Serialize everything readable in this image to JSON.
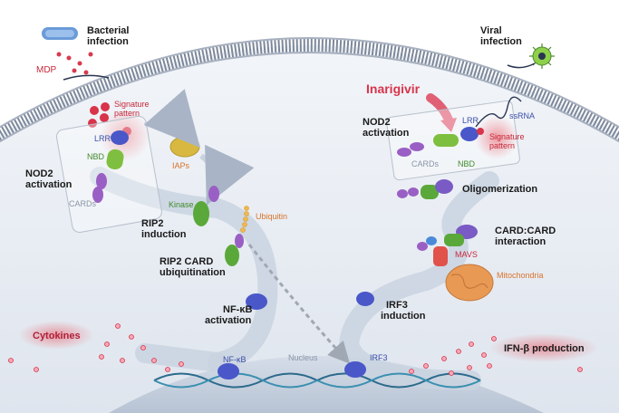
{
  "left_pathway": {
    "bacterial_infection": "Bacterial\ninfection",
    "mdp": "MDP",
    "signature_pattern": "Signature\npattern",
    "lrr": "LRR",
    "nbd": "NBD",
    "nod2_activation": "NOD2\nactivation",
    "cards": "CARDs",
    "iaps": "IAPs",
    "kinase": "Kinase",
    "rip2_induction": "RIP2\ninduction",
    "ubiquitin": "Ubiquitin",
    "rip2_card_ubiquitination": "RIP2 CARD\nubiquitination",
    "nfkb_activation": "NF-κB\nactivation",
    "cytokines": "Cytokines",
    "nfkb_dna": "NF-κB"
  },
  "center": {
    "nucleus": "Nucleus"
  },
  "right_pathway": {
    "viral_infection": "Viral\ninfection",
    "inarigivir": "Inarigivir",
    "nod2_activation": "NOD2\nactivation",
    "lrr": "LRR",
    "ssrna": "ssRNA",
    "signature_pattern": "Signature\npattern",
    "cards": "CARDs",
    "nbd": "NBD",
    "oligomerization": "Oligomerization",
    "card_card_interaction": "CARD:CARD\ninteraction",
    "mavs": "MAVS",
    "mitochondria": "Mitochondria",
    "irf3_induction": "IRF3\ninduction",
    "irf3_dna": "IRF3",
    "ifn_production": "IFN-β production"
  },
  "colors": {
    "cytoplasm": "#e8edf4",
    "membrane": "#8e99ab",
    "nucleus": "#c8d2e0",
    "nbd_green": "#7fbf3f",
    "lrr_blue": "#4a57c9",
    "card_purple": "#9a5fc4",
    "iaps_yellow": "#d8b840",
    "mavs_red": "#e0524a",
    "mito_orange": "#e89a55",
    "highlight_red": "#e9545e",
    "inarigivir_red": "#d8344a"
  }
}
